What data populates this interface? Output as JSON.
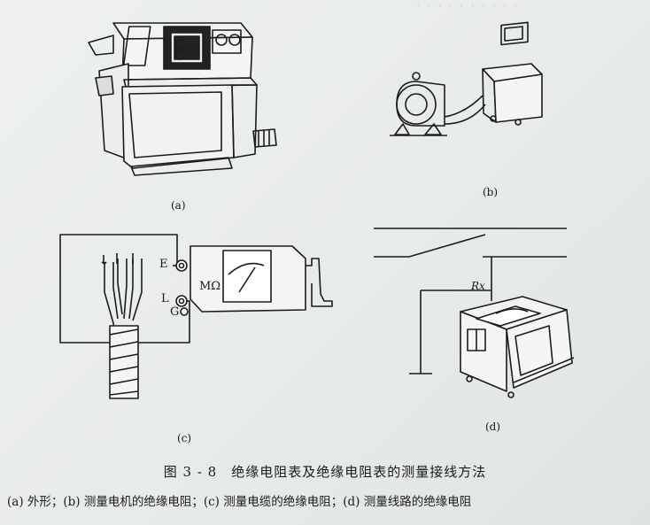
{
  "figure": {
    "caption": "图 3 - 8　绝缘电阻表及绝缘电阻表的测量接线方法",
    "subcaption": "(a) 外形；(b) 测量电机的绝缘电阻；(c) 测量电缆的绝缘电阻；(d) 测量线路的绝缘电阻",
    "panels": {
      "a": "(a)",
      "b": "(b)",
      "c": "(c)",
      "d": "(d)"
    },
    "terminals": {
      "e": "E",
      "l": "L",
      "g": "G",
      "unit": "MΩ"
    },
    "resistor": "Rx"
  }
}
